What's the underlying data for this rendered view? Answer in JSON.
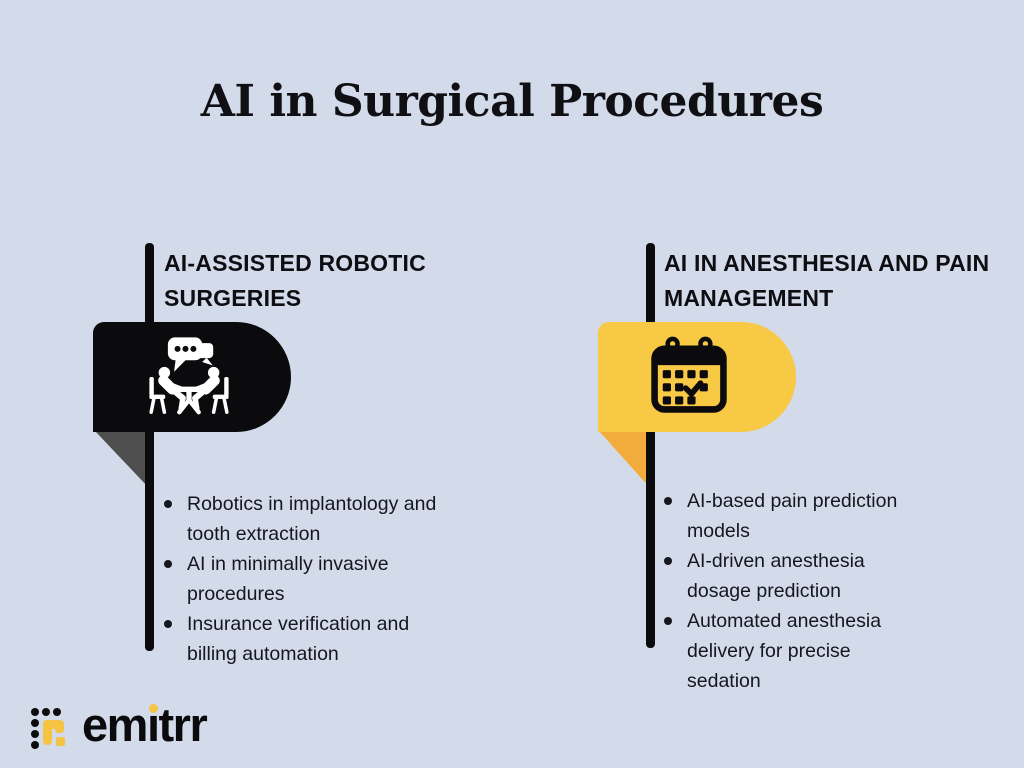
{
  "title": "AI in Surgical Procedures",
  "columns": [
    {
      "heading": "AI-ASSISTED ROBOTIC SURGERIES",
      "icon": "meeting-discussion",
      "accent_color": "#0B0B0D",
      "tail_color": "#4E4E4E",
      "bullets": [
        "Robotics in implantology and\ntooth extraction",
        "AI in minimally invasive\nprocedures",
        "Insurance verification and\nbilling automation"
      ]
    },
    {
      "heading": "AI IN ANESTHESIA AND PAIN MANAGEMENT",
      "icon": "calendar-check",
      "accent_color": "#F8C945",
      "tail_color": "#F2AC3C",
      "bullets": [
        "AI-based pain prediction\nmodels",
        "AI-driven anesthesia\ndosage prediction",
        "Automated anesthesia\ndelivery for precise\nsedation"
      ]
    }
  ],
  "brand": {
    "name": "emitrr",
    "wordmark_pre_i": "em",
    "wordmark_i": "ı",
    "wordmark_post_i": "trr"
  },
  "colors": {
    "background": "#D3DBEB",
    "ink": "#0B0B0D",
    "yellow": "#F8C945",
    "yellow_dark": "#F2AC3C",
    "grey_tail": "#4E4E4E",
    "text": "#16161E"
  }
}
